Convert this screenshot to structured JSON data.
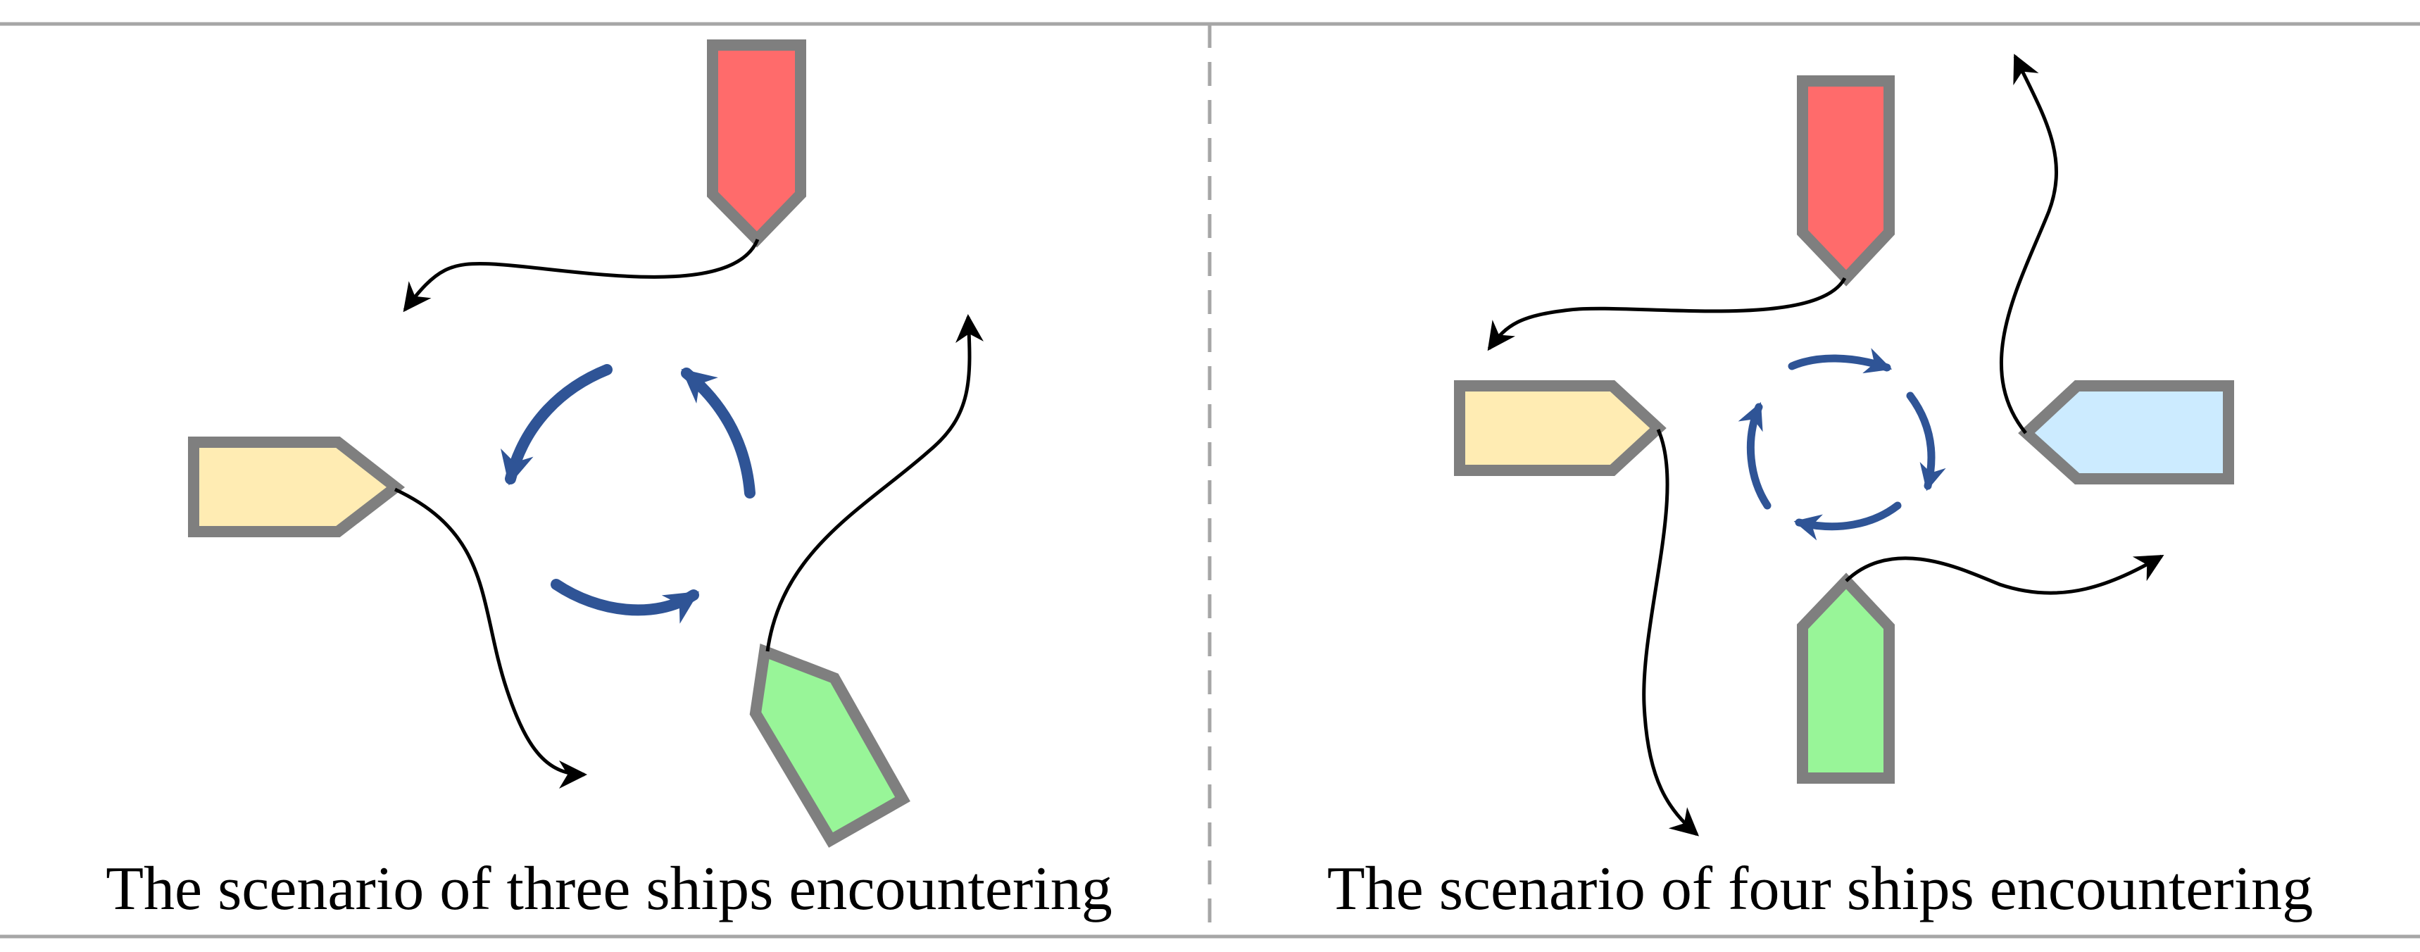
{
  "panels": [
    {
      "caption": "The scenario of three ships encountering",
      "ship_count": 3
    },
    {
      "caption": "The scenario of four ships encountering",
      "ship_count": 4
    }
  ],
  "colors": {
    "ship_red": "#FF6B6B",
    "ship_yellow": "#FFECB3",
    "ship_green": "#98F598",
    "ship_blue": "#CCEBFF",
    "ship_outline": "#7F7F7F",
    "rotation_arrow": "#2F5496",
    "path_line": "#000000",
    "rule_line": "#A6A6A6"
  }
}
